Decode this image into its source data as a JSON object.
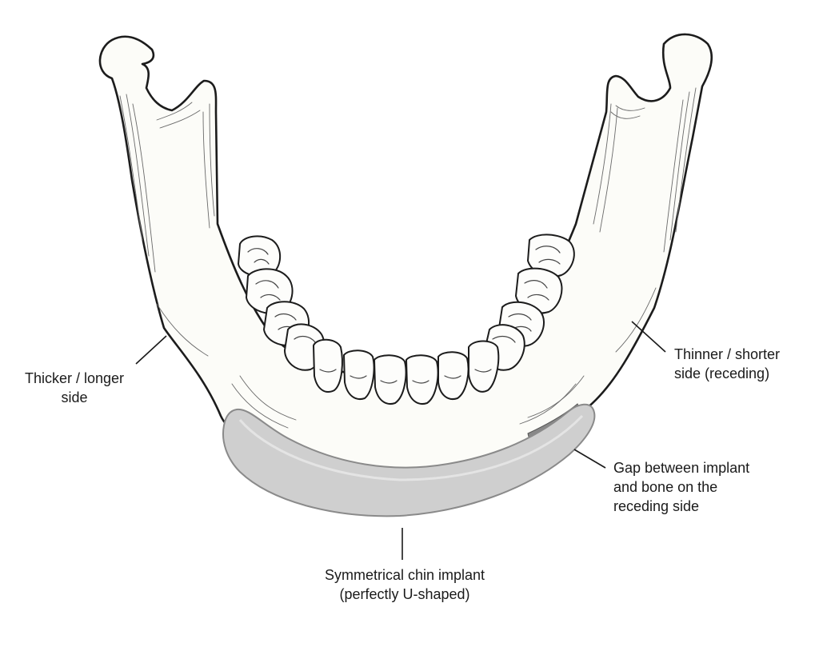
{
  "diagram": {
    "labels": {
      "thicker_side": [
        "Thicker / longer",
        "side"
      ],
      "thinner_side": [
        "Thinner / shorter",
        "side (receding)"
      ],
      "gap": [
        "Gap between implant",
        "and bone on the",
        "receding side"
      ],
      "implant": [
        "Symmetrical chin implant",
        "(perfectly U-shaped)"
      ]
    },
    "colors": {
      "bone_fill": "#fcfcf8",
      "outline": "#1c1c1c",
      "implant_fill": "#cfcfcf",
      "implant_stroke": "#8a8a8a"
    }
  }
}
